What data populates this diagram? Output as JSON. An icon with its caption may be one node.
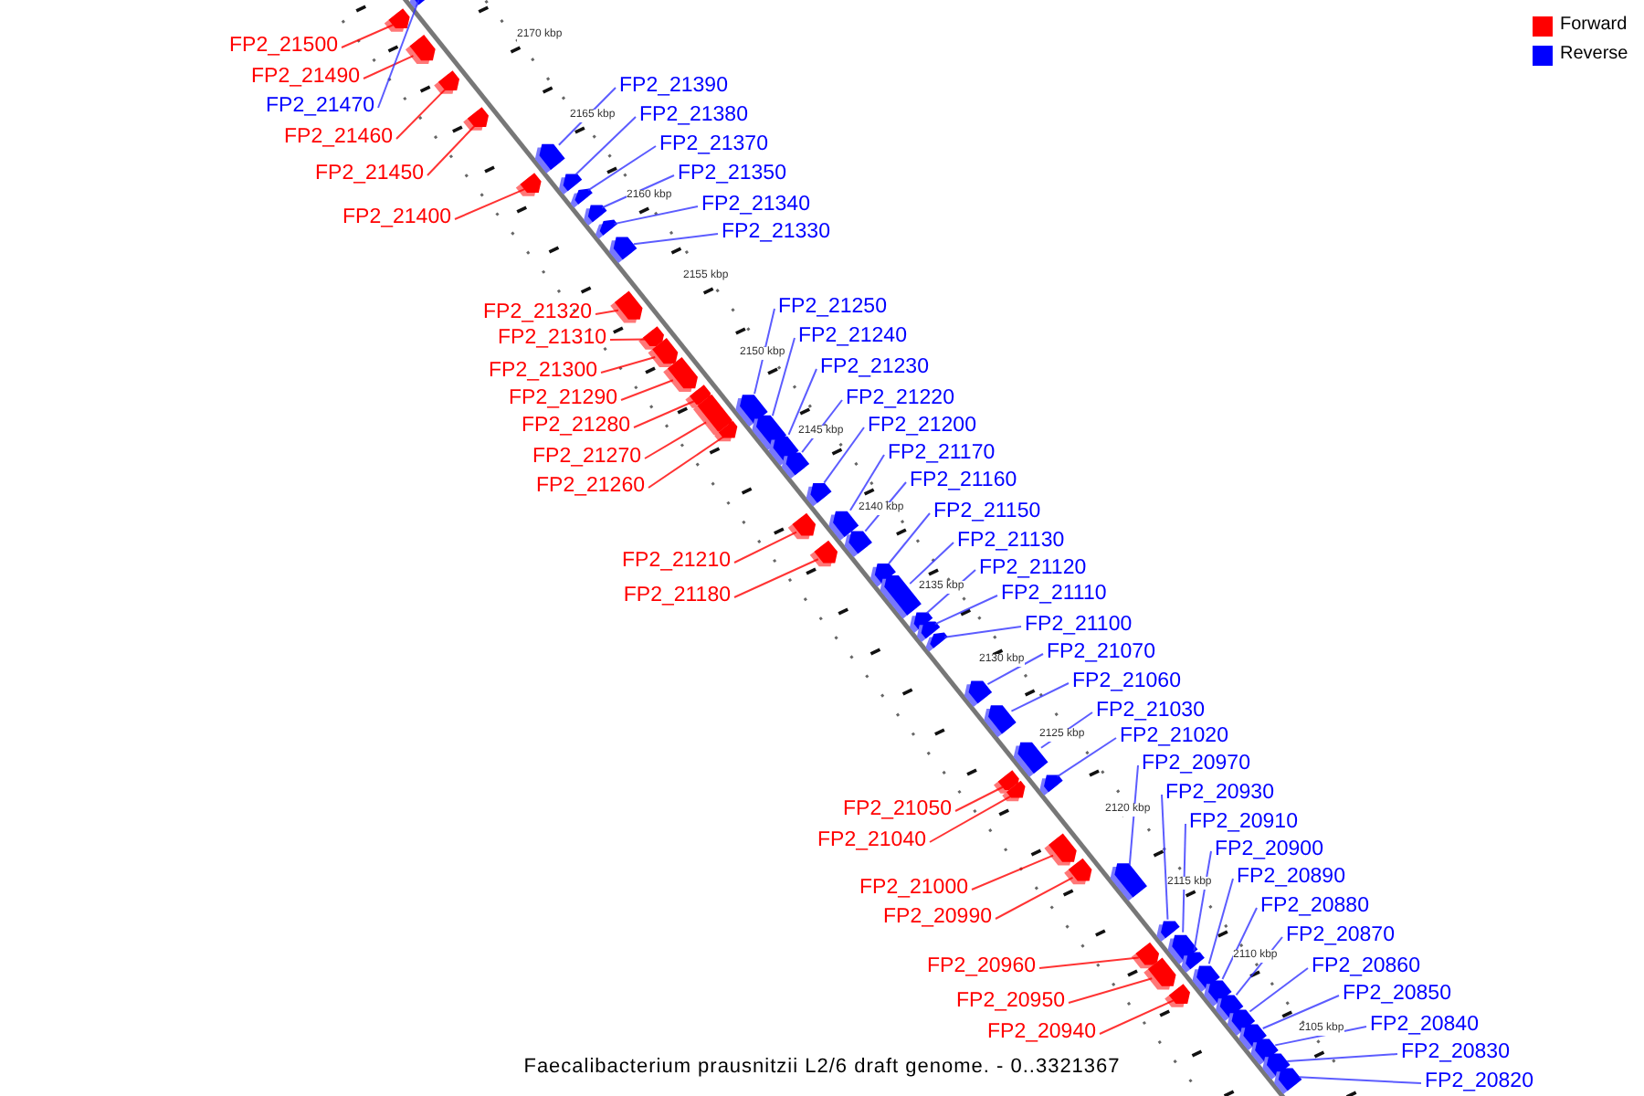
{
  "diagram": {
    "caption": "Faecalibacterium prausnitzii L2/6 draft genome. - 0..3321367",
    "nodes": [
      {
        "text": [
          "FP2_21500"
        ]
      },
      {
        "text": [],
        "shape": "arrow"
      },
      {
        "text": [
          "FP2_21490"
        ]
      },
      {
        "text": [],
        "shape": "arrow"
      },
      {
        "text": [
          "FP2_21390"
        ]
      },
      {
        "text": [],
        "shape": "arrow"
      },
      {
        "text": [
          "FP2_21470"
        ]
      },
      {
        "text": [],
        "shape": "arrow"
      },
      {
        "text": [
          "FP2_21380"
        ]
      },
      {
        "text": [],
        "shape": "arrow"
      },
      {
        "text": [
          "FP2_21460"
        ]
      },
      {
        "text": [],
        "shape": "arrow"
      },
      {
        "text": [
          "FP2_21370"
        ]
      },
      {
        "text": [],
        "shape": "arrow"
      },
      {
        "text": [
          "FP2_21450"
        ]
      },
      {
        "text": [],
        "shape": "arrow"
      },
      {
        "text": [
          "FP2_21350"
        ]
      },
      {
        "text": [],
        "shape": "arrow"
      },
      {
        "text": [
          "FP2_21340"
        ]
      },
      {
        "text": [],
        "shape": "arrow"
      },
      {
        "text": [
          "FP2_21400"
        ]
      },
      {
        "text": [],
        "shape": "arrow"
      },
      {
        "text": [
          "FP2_21330"
        ]
      },
      {
        "text": [],
        "shape": "arrow"
      },
      {
        "text": [
          "FP2_21250"
        ]
      },
      {
        "text": [],
        "shape": "arrow"
      },
      {
        "text": [
          "FP2_21320"
        ]
      },
      {
        "text": [],
        "shape": "arrow"
      },
      {
        "text": [
          "FP2_21240"
        ]
      },
      {
        "text": [],
        "shape": "arrow"
      },
      {
        "text": [
          "FP2_21310"
        ]
      },
      {
        "text": [],
        "shape": "arrow"
      },
      {
        "text": [
          "FP2_21230"
        ]
      },
      {
        "text": [],
        "shape": "arrow"
      },
      {
        "text": [
          "FP2_21300"
        ]
      },
      {
        "text": [],
        "shape": "arrow"
      },
      {
        "text": [
          "FP2_21290"
        ]
      },
      {
        "text": [],
        "shape": "arrow"
      },
      {
        "text": [
          "FP2_21220"
        ]
      },
      {
        "text": [],
        "shape": "arrow"
      },
      {
        "text": [
          "FP2_21200"
        ]
      },
      {
        "text": [],
        "shape": "arrow"
      },
      {
        "text": [
          "FP2_21280"
        ]
      },
      {
        "text": [],
        "shape": "arrow"
      },
      {
        "text": [
          "FP2_21170"
        ]
      },
      {
        "text": [],
        "shape": "arrow"
      },
      {
        "text": [
          "FP2_21270"
        ]
      },
      {
        "text": [],
        "shape": "arrow"
      },
      {
        "text": [
          "FP2_21160"
        ]
      },
      {
        "text": [],
        "shape": "arrow"
      },
      {
        "text": [
          "FP2_21260"
        ]
      },
      {
        "text": [],
        "shape": "arrow"
      },
      {
        "text": [
          "FP2_21150"
        ]
      },
      {
        "text": [],
        "shape": "arrow"
      },
      {
        "text": [
          "FP2_21130"
        ]
      },
      {
        "text": [],
        "shape": "arrow"
      },
      {
        "text": [
          "FP2_21210"
        ]
      },
      {
        "text": [],
        "shape": "arrow"
      },
      {
        "text": [
          "FP2_21120"
        ]
      },
      {
        "text": [],
        "shape": "arrow"
      },
      {
        "text": [
          "FP2_21110"
        ]
      },
      {
        "text": [],
        "shape": "arrow"
      },
      {
        "text": [
          "FP2_21180"
        ]
      },
      {
        "text": [],
        "shape": "arrow"
      },
      {
        "text": [
          "FP2_21100"
        ]
      },
      {
        "text": [],
        "shape": "arrow"
      },
      {
        "text": [
          "FP2_21070"
        ]
      },
      {
        "text": [],
        "shape": "arrow"
      },
      {
        "text": [
          "FP2_21060"
        ]
      },
      {
        "text": [],
        "shape": "arrow"
      },
      {
        "text": [
          "FP2_21030"
        ]
      },
      {
        "text": [],
        "shape": "arrow"
      },
      {
        "text": [
          "FP2_21020"
        ]
      },
      {
        "text": [],
        "shape": "arrow"
      },
      {
        "text": [
          "FP2_20970"
        ]
      },
      {
        "text": [],
        "shape": "arrow"
      },
      {
        "text": [
          "FP2_20930"
        ]
      },
      {
        "text": [],
        "shape": "arrow"
      },
      {
        "text": [
          "FP2_21050"
        ]
      },
      {
        "text": [],
        "shape": "arrow"
      },
      {
        "text": [
          "FP2_20910"
        ]
      },
      {
        "text": [],
        "shape": "arrow"
      },
      {
        "text": [
          "FP2_21040"
        ]
      },
      {
        "text": [],
        "shape": "arrow"
      },
      {
        "text": [
          "FP2_20900"
        ]
      },
      {
        "text": [],
        "shape": "arrow"
      },
      {
        "text": [
          "FP2_20890"
        ]
      },
      {
        "text": [],
        "shape": "arrow"
      },
      {
        "text": [
          "FP2_21000"
        ]
      },
      {
        "text": [],
        "shape": "arrow"
      },
      {
        "text": [
          "FP2_20880"
        ]
      },
      {
        "text": [],
        "shape": "arrow"
      },
      {
        "text": [
          "FP2_20990"
        ]
      },
      {
        "text": [],
        "shape": "arrow"
      },
      {
        "text": [
          "FP2_20870"
        ]
      },
      {
        "text": [],
        "shape": "arrow"
      },
      {
        "text": [
          "FP2_20860"
        ]
      },
      {
        "text": [],
        "shape": "arrow"
      },
      {
        "text": [
          "FP2_20960"
        ]
      },
      {
        "text": [],
        "shape": "arrow"
      },
      {
        "text": [
          "FP2_20850"
        ]
      },
      {
        "text": [],
        "shape": "arrow"
      },
      {
        "text": [
          "FP2_20950"
        ]
      },
      {
        "text": [],
        "shape": "arrow"
      },
      {
        "text": [
          "FP2_20840"
        ]
      },
      {
        "text": [],
        "shape": "arrow"
      },
      {
        "text": [
          "FP2_20940"
        ]
      },
      {
        "text": [],
        "shape": "arrow"
      },
      {
        "text": [
          "FP2_20830"
        ]
      },
      {
        "text": [],
        "shape": "arrow"
      },
      {
        "text": [
          "FP2_20820"
        ]
      },
      {
        "text": [],
        "shape": "arrow"
      }
    ],
    "edges": [
      {
        "from": 0,
        "to": 1,
        "arrow": "none",
        "color": "#ff0000"
      },
      {
        "from": 2,
        "to": 3,
        "arrow": "none",
        "color": "#ff0000"
      },
      {
        "from": 4,
        "to": 5,
        "arrow": "none"
      },
      {
        "from": 6,
        "to": 7,
        "arrow": "none"
      },
      {
        "from": 8,
        "to": 9,
        "arrow": "none"
      },
      {
        "from": 10,
        "to": 11,
        "arrow": "none",
        "color": "#ff0000"
      },
      {
        "from": 12,
        "to": 13,
        "arrow": "none"
      },
      {
        "from": 14,
        "to": 15,
        "arrow": "none",
        "color": "#ff0000"
      },
      {
        "from": 16,
        "to": 17,
        "arrow": "none"
      },
      {
        "from": 18,
        "to": 19,
        "arrow": "none"
      },
      {
        "from": 20,
        "to": 21,
        "arrow": "none",
        "color": "#ff0000"
      },
      {
        "from": 22,
        "to": 23,
        "arrow": "none"
      },
      {
        "from": 24,
        "to": 25,
        "arrow": "none"
      },
      {
        "from": 26,
        "to": 27,
        "arrow": "none",
        "color": "#ff0000"
      },
      {
        "from": 28,
        "to": 29,
        "arrow": "none"
      },
      {
        "from": 30,
        "to": 31,
        "arrow": "none",
        "color": "#ff0000"
      },
      {
        "from": 32,
        "to": 33,
        "arrow": "none"
      },
      {
        "from": 34,
        "to": 35,
        "arrow": "none",
        "color": "#ff0000"
      },
      {
        "from": 36,
        "to": 37,
        "arrow": "none",
        "color": "#ff0000"
      },
      {
        "from": 38,
        "to": 39,
        "arrow": "none"
      },
      {
        "from": 40,
        "to": 41,
        "arrow": "none"
      },
      {
        "from": 42,
        "to": 43,
        "arrow": "none",
        "color": "#ff0000"
      },
      {
        "from": 44,
        "to": 45,
        "arrow": "none"
      },
      {
        "from": 46,
        "to": 47,
        "arrow": "none",
        "color": "#ff0000"
      },
      {
        "from": 48,
        "to": 49,
        "arrow": "none"
      },
      {
        "from": 50,
        "to": 51,
        "arrow": "none",
        "color": "#ff0000"
      },
      {
        "from": 52,
        "to": 53,
        "arrow": "none"
      },
      {
        "from": 54,
        "to": 55,
        "arrow": "none"
      },
      {
        "from": 56,
        "to": 57,
        "arrow": "none",
        "color": "#ff0000"
      },
      {
        "from": 58,
        "to": 59,
        "arrow": "none"
      },
      {
        "from": 60,
        "to": 61,
        "arrow": "none"
      },
      {
        "from": 62,
        "to": 63,
        "arrow": "none",
        "color": "#ff0000"
      },
      {
        "from": 64,
        "to": 65,
        "arrow": "none"
      },
      {
        "from": 66,
        "to": 67,
        "arrow": "none"
      },
      {
        "from": 68,
        "to": 69,
        "arrow": "none"
      },
      {
        "from": 70,
        "to": 71,
        "arrow": "none"
      },
      {
        "from": 72,
        "to": 73,
        "arrow": "none"
      },
      {
        "from": 74,
        "to": 75,
        "arrow": "none"
      },
      {
        "from": 76,
        "to": 77,
        "arrow": "none"
      },
      {
        "from": 78,
        "to": 79,
        "arrow": "none",
        "color": "#ff0000"
      },
      {
        "from": 80,
        "to": 81,
        "arrow": "none"
      },
      {
        "from": 82,
        "to": 83,
        "arrow": "none",
        "color": "#ff0000"
      },
      {
        "from": 84,
        "to": 85,
        "arrow": "none"
      },
      {
        "from": 86,
        "to": 87,
        "arrow": "none"
      },
      {
        "from": 88,
        "to": 89,
        "arrow": "none",
        "color": "#ff0000"
      },
      {
        "from": 90,
        "to": 91,
        "arrow": "none"
      },
      {
        "from": 92,
        "to": 93,
        "arrow": "none",
        "color": "#ff0000"
      },
      {
        "from": 94,
        "to": 95,
        "arrow": "none"
      },
      {
        "from": 96,
        "to": 97,
        "arrow": "none"
      },
      {
        "from": 98,
        "to": 99,
        "arrow": "none",
        "color": "#ff0000"
      },
      {
        "from": 100,
        "to": 101,
        "arrow": "none"
      },
      {
        "from": 102,
        "to": 103,
        "arrow": "none",
        "color": "#ff0000"
      },
      {
        "from": 104,
        "to": 105,
        "arrow": "none"
      },
      {
        "from": 106,
        "to": 107,
        "arrow": "none",
        "color": "#ff0000"
      },
      {
        "from": 108,
        "to": 109,
        "arrow": "none"
      },
      {
        "from": 110,
        "to": 111,
        "arrow": "none"
      }
    ],
    "labels": [
      "2170 kbp",
      "2165 kbp",
      "2160 kbp",
      "2155 kbp",
      "2150 kbp",
      "2145 kbp",
      "2140 kbp",
      "2135 kbp",
      "2130 kbp",
      "2125 kbp",
      "2120 kbp",
      "2115 kbp",
      "2110 kbp",
      "2105 kbp"
    ],
    "legend": [
      {
        "text": "Forward",
        "color": "#ff0000"
      },
      {
        "text": "Reverse",
        "color": "#0000ff"
      }
    ]
  }
}
